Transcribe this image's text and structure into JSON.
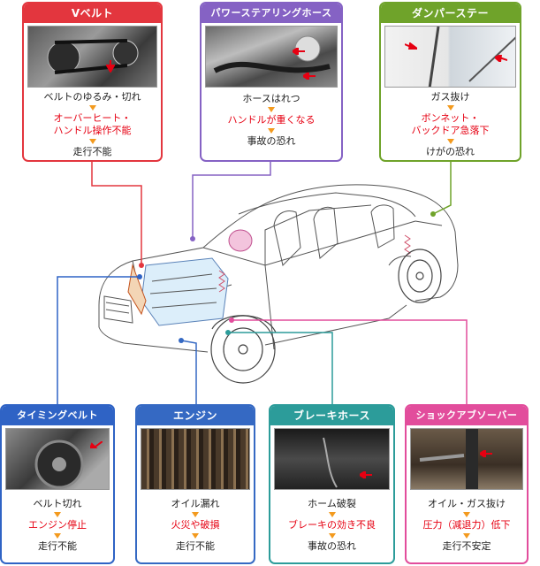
{
  "colors": {
    "red": "#e3363e",
    "purple": "#8562c4",
    "green": "#6fa32a",
    "blue": "#2f63c5",
    "navy": "#3569c3",
    "teal": "#2c9c9a",
    "pink": "#e24d9c",
    "warning_text": "#e60012",
    "step_arrow": "#f39a1e"
  },
  "cards": {
    "v_belt": {
      "title": "Vベルト",
      "cause": "ベルトのゆるみ・切れ",
      "effect_line1": "オーバーヒート・",
      "effect_line2": "ハンドル操作不能",
      "result": "走行不能"
    },
    "power_steering_hose": {
      "title": "パワーステアリングホース",
      "cause": "ホースはれつ",
      "effect": "ハンドルが重くなる",
      "result": "事故の恐れ"
    },
    "damper_stay": {
      "title": "ダンパーステー",
      "cause": "ガス抜け",
      "effect_line1": "ボンネット・",
      "effect_line2": "バックドア急落下",
      "result": "けがの恐れ"
    },
    "timing_belt": {
      "title": "タイミングベルト",
      "cause": "ベルト切れ",
      "effect": "エンジン停止",
      "result": "走行不能"
    },
    "engine": {
      "title": "エンジン",
      "cause": "オイル漏れ",
      "effect": "火災や破損",
      "result": "走行不能"
    },
    "brake_hose": {
      "title": "ブレーキホース",
      "cause": "ホーム破裂",
      "effect": "ブレーキの効き不良",
      "result": "事故の恐れ"
    },
    "shock_absorber": {
      "title": "ショックアブソーバー",
      "cause": "オイル・ガス抜け",
      "effect": "圧力（減退力）低下",
      "result": "走行不安定"
    }
  },
  "icons": {
    "flow": "down-triangle",
    "pointer": "red-arrow"
  }
}
